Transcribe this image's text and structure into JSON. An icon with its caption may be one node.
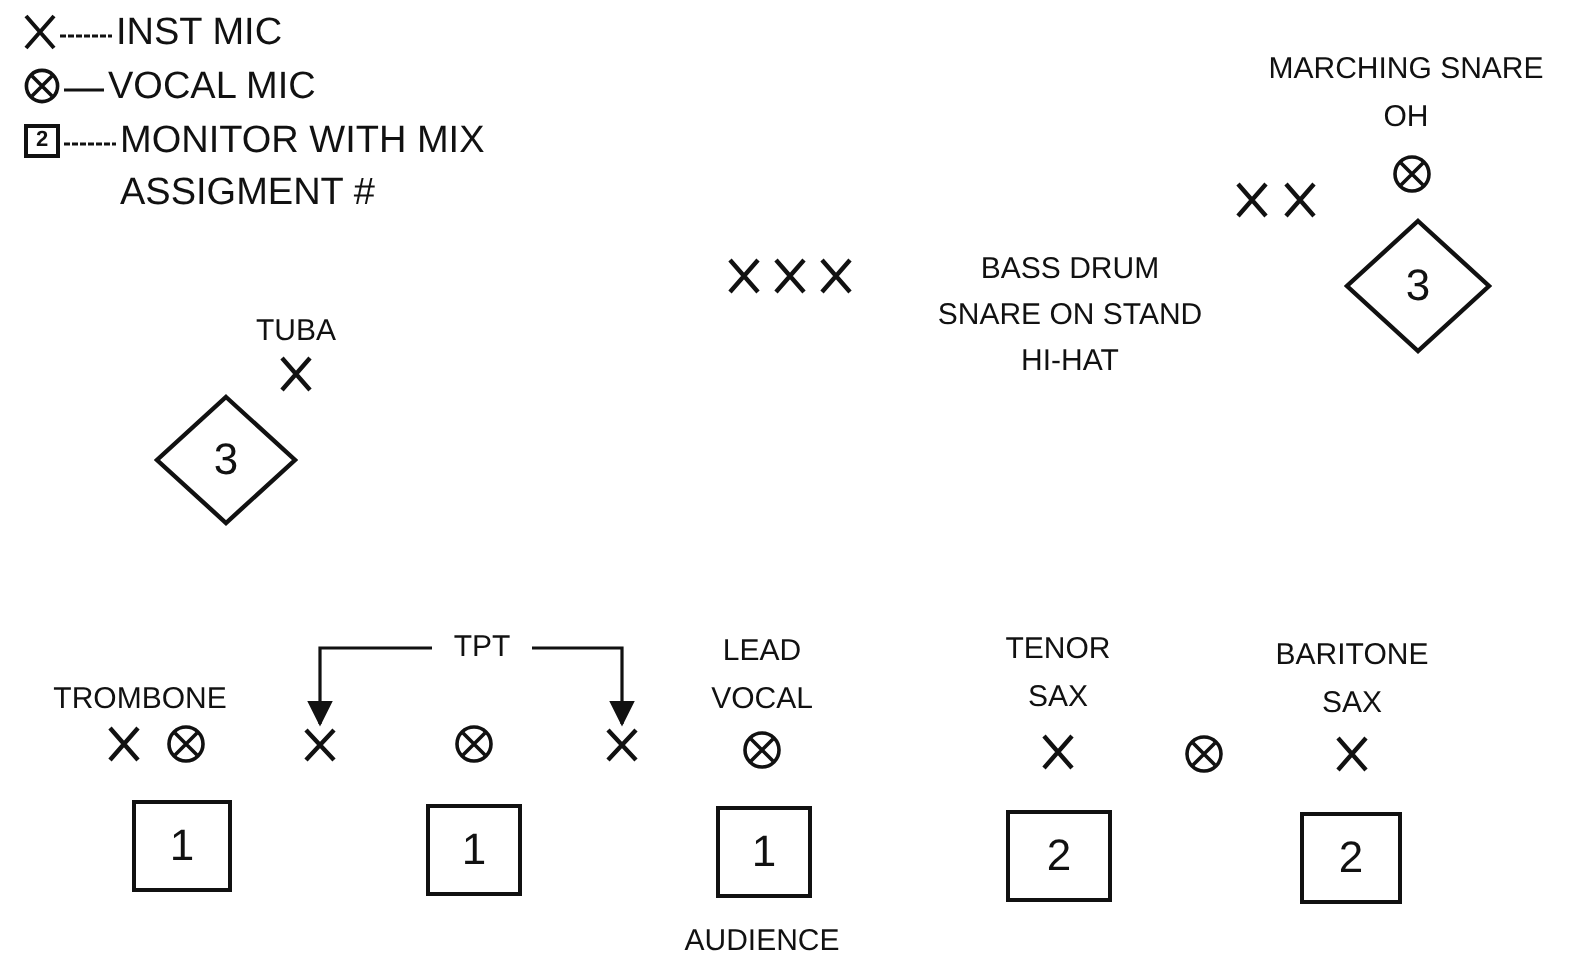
{
  "diagram": {
    "nodes": [
      {
        "text": [
          "3"
        ]
      },
      {
        "text": [
          "3"
        ]
      },
      {
        "text": [
          "TPT"
        ]
      },
      {
        "text": [],
        "shape": "cross"
      },
      {
        "text": [],
        "shape": "cross"
      },
      {
        "text": [
          "1"
        ]
      },
      {
        "text": [
          "1"
        ]
      },
      {
        "text": [
          "1"
        ]
      },
      {
        "text": [
          "2"
        ]
      },
      {
        "text": [
          "2"
        ]
      }
    ],
    "edges": [
      {
        "from": 2,
        "to": 3,
        "arrow": "to"
      },
      {
        "from": 2,
        "to": 4,
        "arrow": "to"
      }
    ],
    "labels": [
      "2",
      "MARCHING SNARE",
      "OH",
      "BASS DRUM",
      "SNARE ON STAND",
      "HI-HAT",
      "TUBA",
      "TROMBONE",
      "LEAD VOCAL",
      "TENOR SAX",
      "BARITONE SAX",
      "AUDIENCE"
    ],
    "legend": [
      {
        "text": "INST MIC"
      },
      {
        "text": "VOCAL MIC"
      },
      {
        "text": "MONITOR WITH MIX ASSIGMENT #"
      }
    ]
  }
}
